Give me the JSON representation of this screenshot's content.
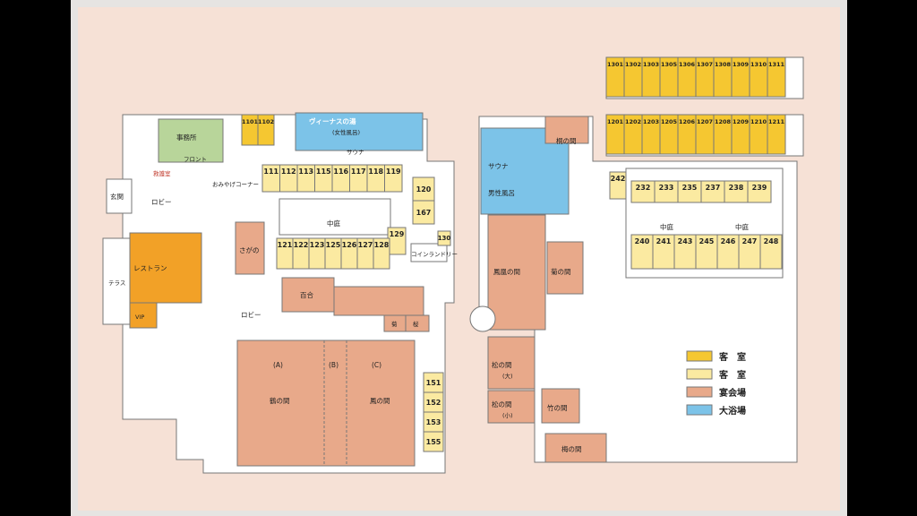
{
  "colors": {
    "guest_room_dark": "#f5c731",
    "guest_room_light": "#fbeaa1",
    "banquet": "#e8a98a",
    "bath": "#7cc3e8",
    "restaurant": "#f2a127",
    "office": "#b8d59a"
  },
  "legend": [
    {
      "color": "#f5c731",
      "label": "客　室"
    },
    {
      "color": "#fbeaa1",
      "label": "客　室"
    },
    {
      "color": "#e8a98a",
      "label": "宴会場"
    },
    {
      "color": "#7cc3e8",
      "label": "大浴場"
    }
  ],
  "west": {
    "office": "事務所",
    "front": "フロント",
    "emergency": "救護室",
    "entrance": "玄関",
    "lobby1": "ロビー",
    "lobby2": "ロビー",
    "terrace": "テラス",
    "restaurant": "レストラン",
    "vip": "VIP",
    "venus_bath": "ヴィーナスの湯",
    "venus_sub": "(女性風呂)",
    "sauna": "サウナ",
    "omiyage": "おみやげコーナー",
    "courtyard": "中庭",
    "sagano": "さがの",
    "coin_laundry": "コインランドリー",
    "yuri": "百合",
    "kiku": "菊",
    "sakura": "桜",
    "hall_a": "(A)",
    "hall_b": "(B)",
    "hall_c": "(C)",
    "hall_name_left": "鶴の間",
    "hall_name_right": "鳳の間",
    "top_rooms": [
      "1101",
      "1102"
    ],
    "upper_rooms": [
      "111",
      "112",
      "113",
      "115",
      "116",
      "117",
      "118",
      "119"
    ],
    "side_rooms": [
      "120",
      "167"
    ],
    "room_129": "129",
    "room_130": "130",
    "lower_rooms": [
      "121",
      "122",
      "123",
      "125",
      "126",
      "127",
      "128"
    ],
    "rooms_150s": [
      "151",
      "152",
      "153",
      "155"
    ]
  },
  "east": {
    "row13a": [
      "1301",
      "1302",
      "1303",
      "1305",
      "1306",
      "1307",
      "1308",
      "1309",
      "1310",
      "1311"
    ],
    "row12": [
      "1201",
      "1202",
      "1203",
      "1205",
      "1206",
      "1207",
      "1208",
      "1209",
      "1210",
      "1211"
    ],
    "sauna": "サウナ",
    "men_bath": "男性風呂",
    "kiri": "桐の間",
    "hoo": "鳳凰の間",
    "kiku2": "菊の間",
    "matsu_l": "松の間",
    "matsu_l_sub": "(大)",
    "matsu_s": "松の間",
    "matsu_s_sub": "(小)",
    "take": "竹の間",
    "ume": "梅の間",
    "courtyard1": "中庭",
    "courtyard2": "中庭",
    "room_242": "242",
    "rooms_23x": [
      "232",
      "233",
      "235",
      "237",
      "238",
      "239"
    ],
    "rooms_24x": [
      "240",
      "241",
      "243",
      "245",
      "246",
      "247",
      "248"
    ]
  }
}
